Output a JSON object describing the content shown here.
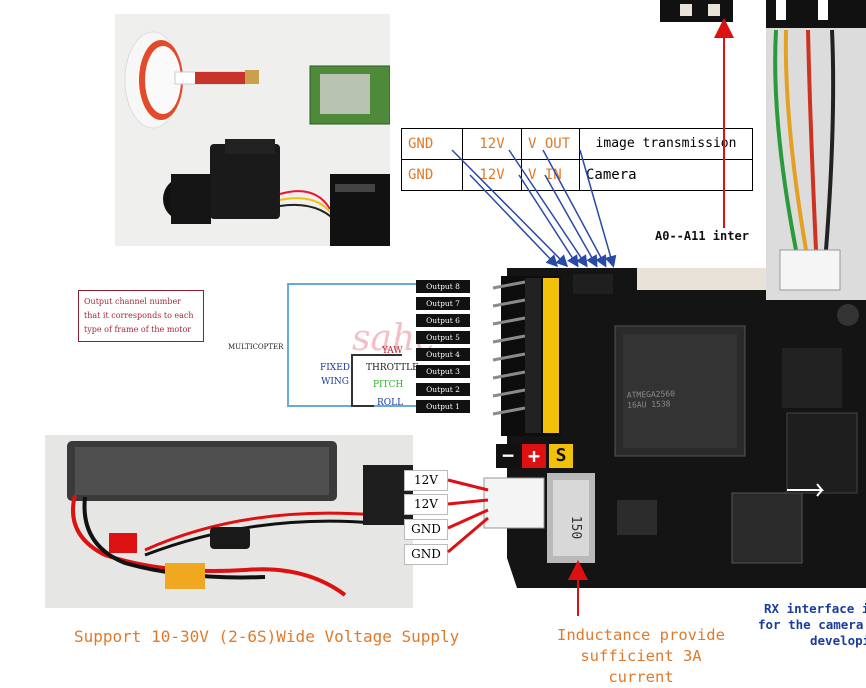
{
  "connector_table": {
    "rows": [
      {
        "gnd": "GND",
        "v12": "12V",
        "vpin": "V OUT",
        "target": "image transmission"
      },
      {
        "gnd": "GND",
        "v12": "12V",
        "vpin": "V IN",
        "target": "Camera"
      }
    ]
  },
  "left_note": "Output channel number that it corresponds to each type of frame of the motor",
  "multicopter_label": "MULTICOPTER",
  "fixed_wing_label": "FIXED WING",
  "functions": [
    "YAW",
    "THROTTLE",
    "PITCH",
    "ROLL"
  ],
  "outputs": [
    "Output 8",
    "Output 7",
    "Output 6",
    "Output 5",
    "Output 4",
    "Output 3",
    "Output 2",
    "Output 1"
  ],
  "watermark": "sahe",
  "pin_signs": [
    "−",
    "+",
    "S"
  ],
  "power_pins": [
    "12V",
    "12V",
    "GND",
    "GND"
  ],
  "analog_label": "A0--A11 inter",
  "supply_caption": "Support 10-30V (2-6S)Wide Voltage Supply",
  "inductance_caption": [
    "Inductance provide",
    "sufficient 3A current"
  ],
  "rx_caption": [
    "RX interface is",
    "for the camera t",
    "developi"
  ],
  "chip_text": [
    "ATMEGA2560",
    "16AU 1538"
  ],
  "inductor_text": "150",
  "colors": {
    "caption_orange": "#e07a2a",
    "rx_blue": "#1a3c9c",
    "arrow_red": "#d11",
    "arrow_blue": "#2a4aa8",
    "board": "#141414",
    "pin_yellow": "#f2c10a"
  }
}
